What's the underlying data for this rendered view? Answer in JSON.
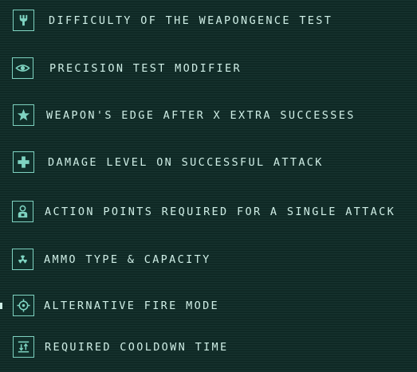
{
  "legend": {
    "items": [
      {
        "icon": "wrench-icon",
        "label": "DIFFICULTY OF THE WEAPONGENCE TEST"
      },
      {
        "icon": "eye-icon",
        "label": "PRECISION TEST MODIFIER"
      },
      {
        "icon": "star-icon",
        "label": "WEAPON'S EDGE AFTER X EXTRA SUCCESSES"
      },
      {
        "icon": "plus-cross-icon",
        "label": "DAMAGE LEVEL ON SUCCESSFUL ATTACK"
      },
      {
        "icon": "person-icon",
        "label": "ACTION POINTS REQUIRED FOR A SINGLE ATTACK"
      },
      {
        "icon": "radiation-icon",
        "label": "AMMO TYPE & CAPACITY"
      },
      {
        "icon": "crosshair-icon",
        "label": "ALTERNATIVE FIRE MODE"
      },
      {
        "icon": "cooldown-icon",
        "label": "REQUIRED COOLDOWN TIME"
      }
    ]
  },
  "colors": {
    "background": "#0e2a26",
    "icon_border": "#7fd3c1",
    "text": "#cfeee6"
  }
}
